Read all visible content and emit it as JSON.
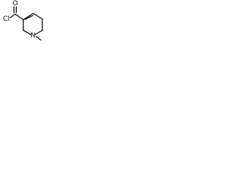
{
  "molecule": {
    "atoms": {
      "carbonyl_oxygen": "O",
      "chlorine": "Cl",
      "ring_nitrogen": "N"
    },
    "colors": {
      "ink": "#000000",
      "background": "#ffffff"
    }
  }
}
